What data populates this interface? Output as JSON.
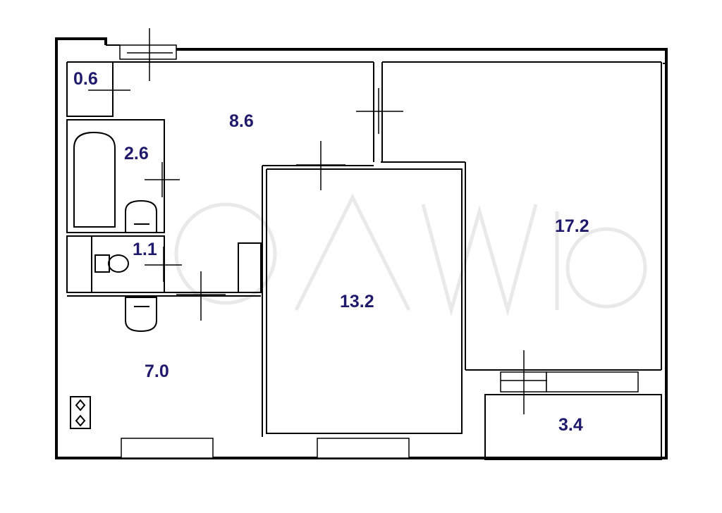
{
  "label_color": "#1f1a6b",
  "rooms": [
    {
      "id": "storage",
      "area": "0.6"
    },
    {
      "id": "hallway",
      "area": "8.6"
    },
    {
      "id": "bathroom",
      "area": "2.6"
    },
    {
      "id": "toilet",
      "area": "1.1"
    },
    {
      "id": "kitchen",
      "area": "7.0"
    },
    {
      "id": "middle-room",
      "area": "13.2"
    },
    {
      "id": "large-room",
      "area": "17.2"
    },
    {
      "id": "balcony",
      "area": "3.4"
    }
  ]
}
